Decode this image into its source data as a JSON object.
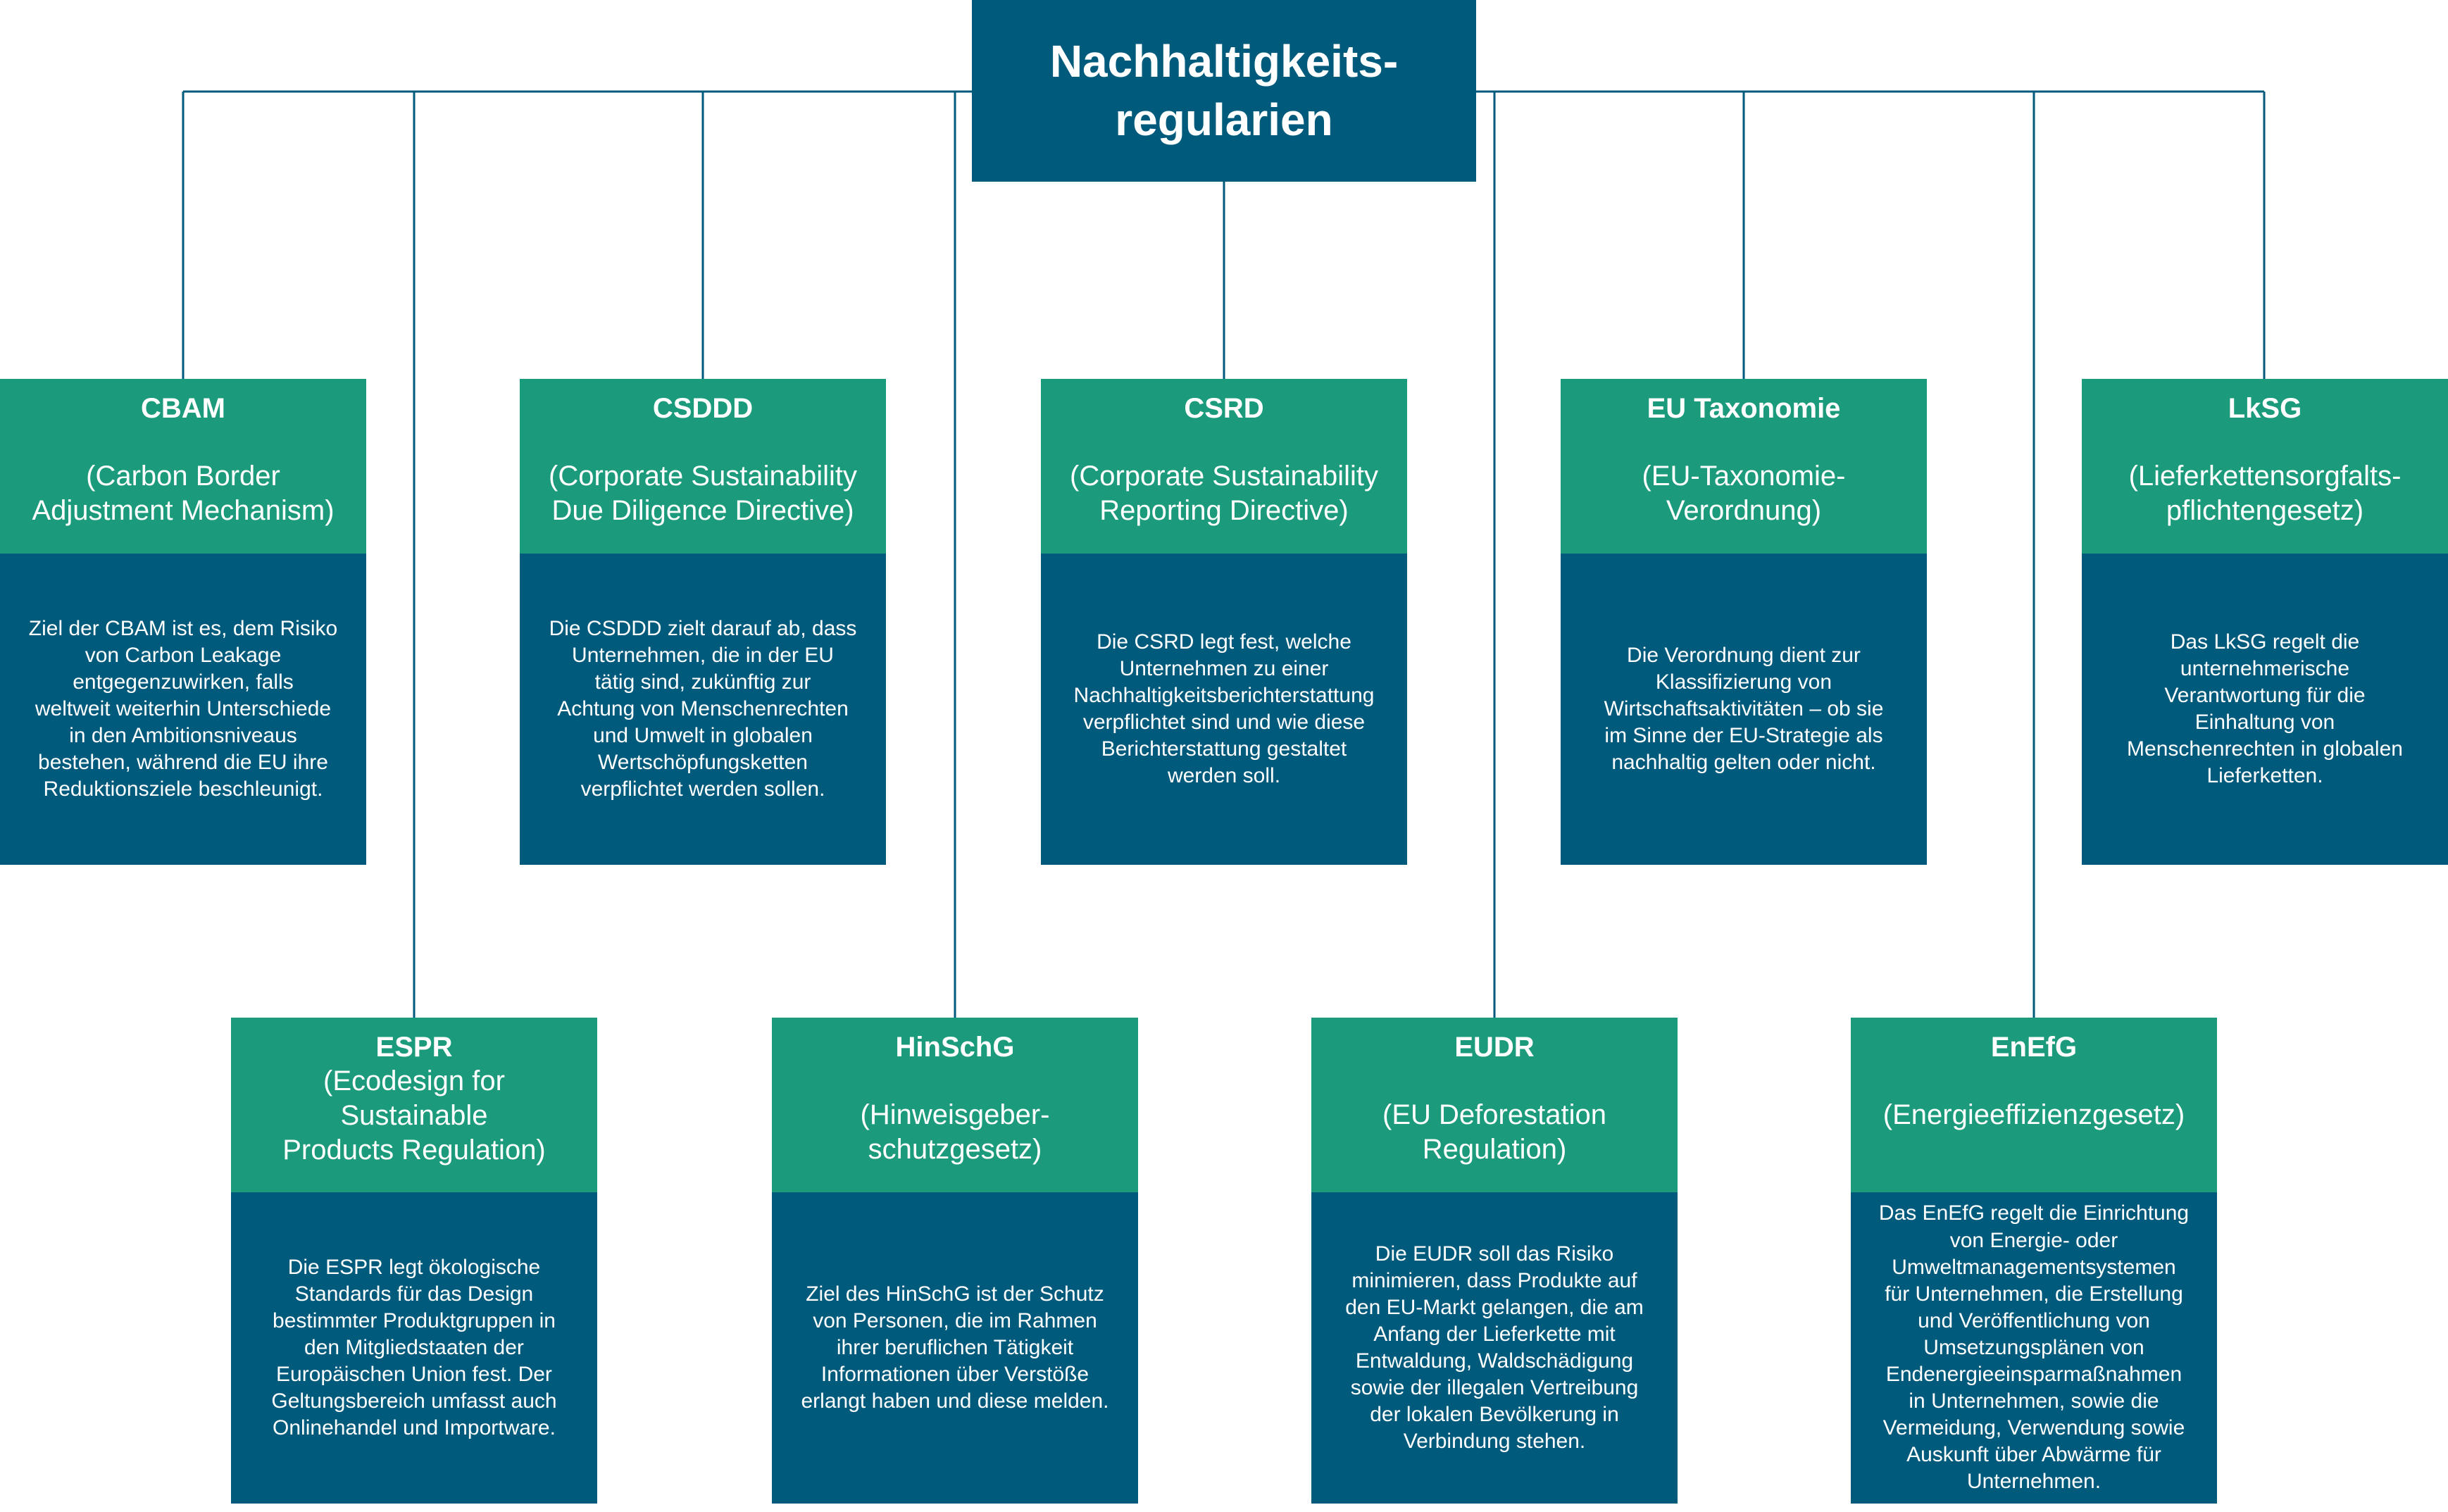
{
  "root": {
    "title": "Nachhaltigkeits-\nregularien"
  },
  "colors": {
    "root": "#005a7c",
    "header": "#1b9b7b",
    "body": "#005a7c",
    "connector": "#005a7c"
  },
  "cards": [
    {
      "abbr": "CBAM",
      "full": "(Carbon Border\nAdjustment Mechanism)",
      "desc": "Ziel der CBAM ist es, dem Risiko\nvon Carbon Leakage\nentgegenzuwirken, falls\nweltweit weiterhin Unterschiede\nin den Ambitionsniveaus\nbestehen, während die EU ihre\nReduktionsziele beschleunigt."
    },
    {
      "abbr": "CSDDD",
      "full": "(Corporate Sustainability\nDue Diligence Directive)",
      "desc": "Die CSDDD zielt darauf ab, dass\nUnternehmen, die in der EU\ntätig sind, zukünftig zur\nAchtung von Menschenrechten\nund Umwelt in globalen\nWertschöpfungsketten\nverpflichtet werden sollen."
    },
    {
      "abbr": "CSRD",
      "full": "(Corporate Sustainability\nReporting Directive)",
      "desc": "Die CSRD legt fest, welche\nUnternehmen zu einer\nNachhaltigkeitsberichterstattung\nverpflichtet sind und wie diese\nBerichterstattung gestaltet\nwerden soll."
    },
    {
      "abbr": "EU Taxonomie",
      "full": "(EU-Taxonomie-\nVerordnung)",
      "desc": "Die Verordnung dient zur\nKlassifizierung von\nWirtschaftsaktivitäten – ob sie\nim Sinne der EU-Strategie als\nnachhaltig gelten oder nicht."
    },
    {
      "abbr": "LkSG",
      "full": "(Lieferkettensorgfalts-\npflichtengesetz)",
      "desc": "Das LkSG regelt die\nunternehmerische\nVerantwortung für die\nEinhaltung von\nMenschenrechten in globalen\nLieferketten."
    },
    {
      "abbr": "ESPR",
      "full": "(Ecodesign for\nSustainable\nProducts Regulation)",
      "desc": "Die ESPR legt ökologische\nStandards für das Design\nbestimmter Produktgruppen in\nden Mitgliedstaaten der\nEuropäischen Union fest. Der\nGeltungsbereich umfasst auch\nOnlinehandel und Importware."
    },
    {
      "abbr": "HinSchG",
      "full": "(Hinweisgeber-\nschutzgesetz)",
      "desc": "Ziel des HinSchG ist der Schutz\nvon Personen, die im Rahmen\nihrer beruflichen Tätigkeit\nInformationen über Verstöße\nerlangt haben und diese melden."
    },
    {
      "abbr": "EUDR",
      "full": "(EU Deforestation\nRegulation)",
      "desc": "Die EUDR soll das Risiko\nminimieren, dass Produkte auf\nden EU-Markt gelangen, die am\nAnfang der Lieferkette mit\nEntwaldung, Waldschädigung\nsowie der illegalen Vertreibung\nder lokalen Bevölkerung in\nVerbindung stehen."
    },
    {
      "abbr": "EnEfG",
      "full": "(Energieeffizienzgesetz)",
      "desc": "Das EnEfG regelt die Einrichtung\nvon Energie- oder\nUmweltmanagementsystemen\nfür Unternehmen, die Erstellung\nund Veröffentlichung von\nUmsetzungsplänen von\nEndenergieeinsparmaßnahmen\nin Unternehmen, sowie die\nVermeidung, Verwendung sowie\nAuskunft über Abwärme für\nUnternehmen."
    }
  ]
}
